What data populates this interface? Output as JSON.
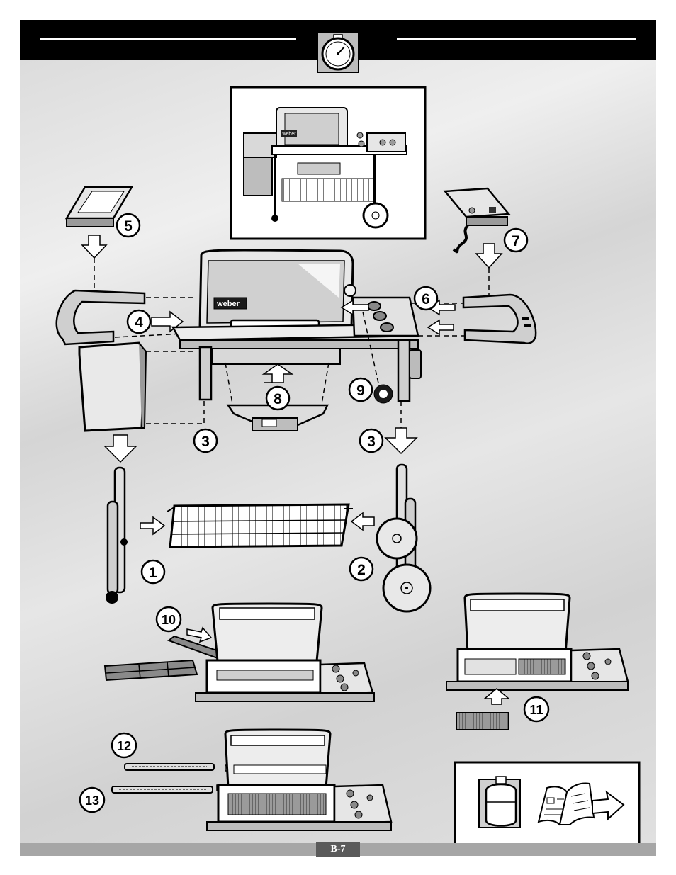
{
  "header": {
    "icon": "stopwatch-icon"
  },
  "callouts": {
    "c1": "1",
    "c2": "2",
    "c3a": "3",
    "c3b": "3",
    "c4": "4",
    "c5": "5",
    "c6": "6",
    "c7": "7",
    "c8": "8",
    "c9": "9",
    "c10": "10",
    "c11": "11",
    "c12": "12",
    "c13": "13"
  },
  "logo": {
    "lid_text": "weber",
    "inset_text": "weber"
  },
  "footer": {
    "page_number": "B-7"
  },
  "notice_icons": [
    "propane-tank-icon",
    "manual-book-icon",
    "arrow-right-icon"
  ],
  "colors": {
    "header": "#000000",
    "footer_bar": "#a6a6a6",
    "page_tab": "#5a5a5a"
  }
}
